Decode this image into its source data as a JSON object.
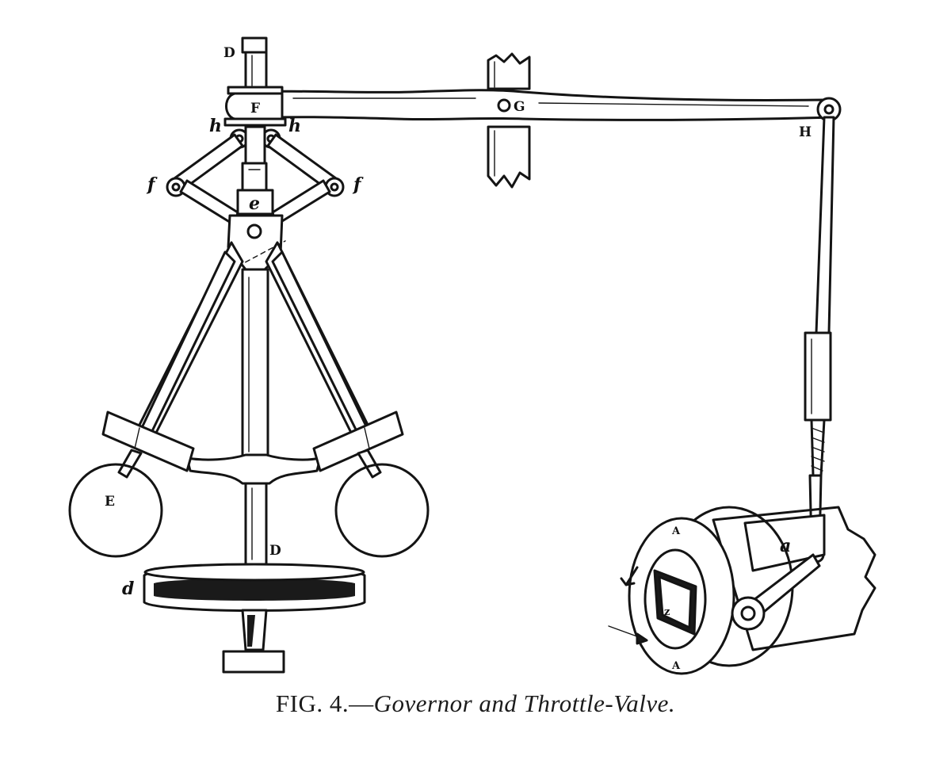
{
  "figure": {
    "caption_number": "FIG. 4.",
    "caption_dash": "—",
    "caption_title": "Governor and Throttle-Valve.",
    "labels": {
      "D_top": "D",
      "F": "F",
      "G": "G",
      "H": "H",
      "h_left": "h",
      "h_right": "h",
      "f_left": "f",
      "f_right": "f",
      "e": "e",
      "E_ball": "E",
      "D_spindle": "D",
      "d_pulley": "d",
      "a_pipe": "a",
      "A_top": "A",
      "A_bottom": "A",
      "z_valve": "z"
    }
  }
}
